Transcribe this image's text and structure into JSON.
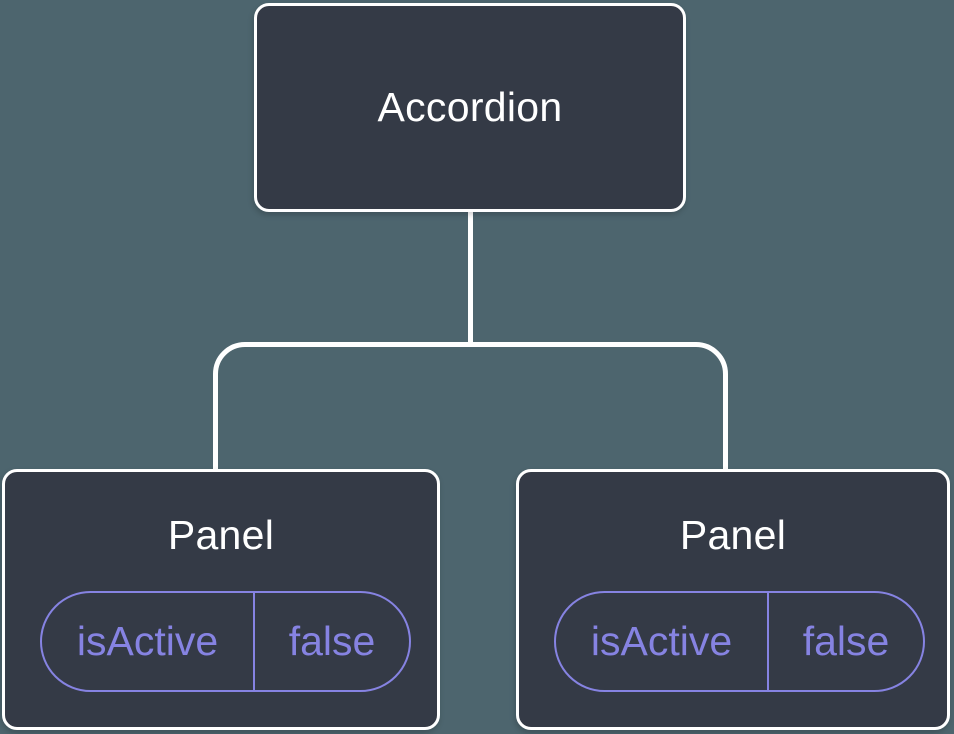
{
  "diagram": {
    "type": "component-tree",
    "root": {
      "label": "Accordion"
    },
    "children": [
      {
        "label": "Panel",
        "state": {
          "key": "isActive",
          "value": "false"
        }
      },
      {
        "label": "Panel",
        "state": {
          "key": "isActive",
          "value": "false"
        }
      }
    ],
    "colors": {
      "background": "#4d656e",
      "node_fill": "#343a46",
      "node_border": "#ffffff",
      "connector": "#ffffff",
      "state_accent": "#8683e2",
      "label_text": "#ffffff"
    }
  }
}
